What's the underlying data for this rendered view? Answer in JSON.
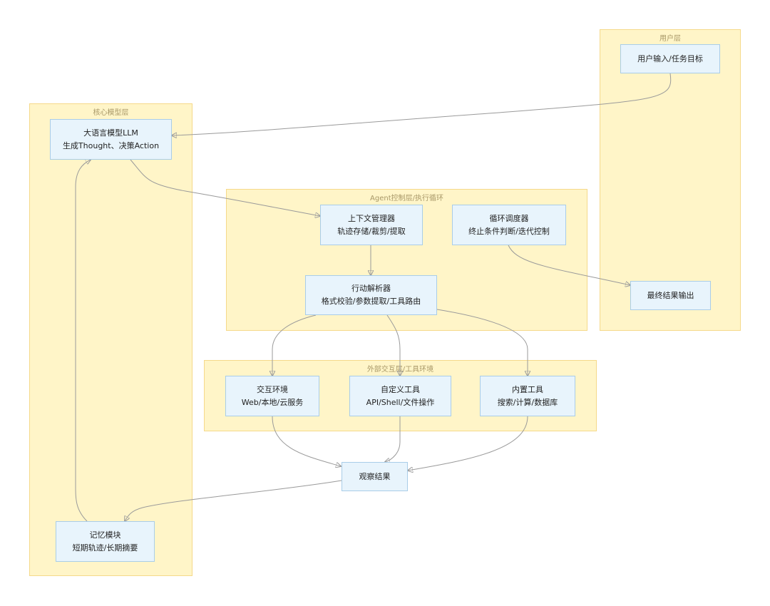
{
  "groups": {
    "user_layer": "用户层",
    "core_layer": "核心模型层",
    "agent_layer": "Agent控制层/执行循环",
    "external_layer": "外部交互层/工具环境"
  },
  "nodes": {
    "user_input": {
      "line1": "用户输入/任务目标"
    },
    "final_output": {
      "line1": "最终结果输出"
    },
    "llm": {
      "line1": "大语言模型LLM",
      "line2": "生成Thought、决策Action"
    },
    "memory": {
      "line1": "记忆模块",
      "line2": "短期轨迹/长期摘要"
    },
    "context_manager": {
      "line1": "上下文管理器",
      "line2": "轨迹存储/裁剪/提取"
    },
    "loop_scheduler": {
      "line1": "循环调度器",
      "line2": "终止条件判断/迭代控制"
    },
    "action_parser": {
      "line1": "行动解析器",
      "line2": "格式校验/参数提取/工具路由"
    },
    "interactive_env": {
      "line1": "交互环境",
      "line2": "Web/本地/云服务"
    },
    "custom_tools": {
      "line1": "自定义工具",
      "line2": "API/Shell/文件操作"
    },
    "builtin_tools": {
      "line1": "内置工具",
      "line2": "搜索/计算/数据库"
    },
    "observation": {
      "line1": "观察结果"
    }
  },
  "edges": [
    {
      "from": "user_input",
      "to": "llm"
    },
    {
      "from": "llm",
      "to": "context_manager"
    },
    {
      "from": "context_manager",
      "to": "action_parser"
    },
    {
      "from": "loop_scheduler",
      "to": "final_output"
    },
    {
      "from": "action_parser",
      "to": "interactive_env"
    },
    {
      "from": "action_parser",
      "to": "custom_tools"
    },
    {
      "from": "action_parser",
      "to": "builtin_tools"
    },
    {
      "from": "interactive_env",
      "to": "observation"
    },
    {
      "from": "custom_tools",
      "to": "observation"
    },
    {
      "from": "builtin_tools",
      "to": "observation"
    },
    {
      "from": "observation",
      "to": "memory"
    },
    {
      "from": "memory",
      "to": "llm"
    }
  ]
}
